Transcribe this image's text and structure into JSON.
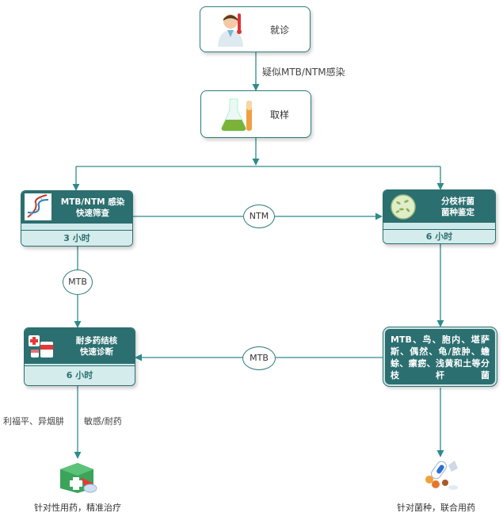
{
  "nodes": {
    "visit": {
      "label": "就诊"
    },
    "sampling": {
      "label": "取样"
    },
    "screening": {
      "title_line1": "MTB/NTM 感染",
      "title_line2": "快速筛查",
      "duration": "3 小时"
    },
    "identification": {
      "title_line1": "分枝杆菌",
      "title_line2": "菌种鉴定",
      "duration": "6 小时"
    },
    "drug_resistance": {
      "title_line1": "耐多药结核",
      "title_line2": "快速诊断",
      "duration": "6 小时"
    },
    "species": {
      "text": "MTB、鸟、胞内、堪萨斯、偶然、龟/脓肿、蟾蜍、瘰疬、浅黄和土等分枝杆菌"
    },
    "targeted_treatment": {
      "label": "针对性用药，精准治疗"
    },
    "combined_treatment": {
      "label": "针对菌种，联合用药"
    }
  },
  "edges": {
    "suspect": "疑似MTB/NTM感染",
    "ntm": "NTM",
    "mtb_down": "MTB",
    "mtb_left": "MTB",
    "drugs": "利福平、异烟肼",
    "sensitivity": "敏感/耐药"
  },
  "colors": {
    "line": "#2e8b8b",
    "box_dark": "#2c6f70",
    "box_light": "#d4ecec"
  },
  "icons": {
    "visit": "doctor-icon",
    "sampling": "test-tube-icon",
    "screening": "dna-icon",
    "identification": "bacteria-icon",
    "drug_resistance": "medicine-icon",
    "targeted_treatment": "first-aid-kit-icon",
    "combined_treatment": "pills-icon"
  }
}
